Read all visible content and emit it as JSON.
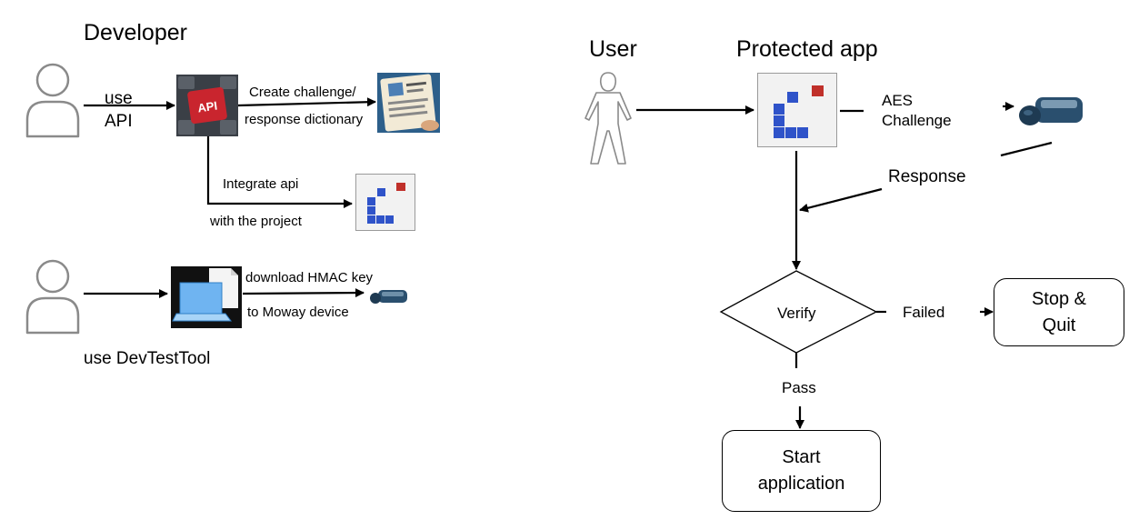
{
  "developer": {
    "title": "Developer",
    "use_api_label": "use\nAPI",
    "create_label_1": "Create challenge/",
    "create_label_2": "response dictionary",
    "integrate_label_1": "Integrate api",
    "integrate_label_2": "with the project",
    "download_label_1": "download HMAC key",
    "download_label_2": "to Moway device",
    "devtesttool_label": "use DevTestTool",
    "api_key_text": "API"
  },
  "runtime": {
    "user_title": "User",
    "app_title": "Protected app",
    "aes_label": "AES\nChallenge",
    "response_label": "Response",
    "verify_label": "Verify",
    "failed_label": "Failed",
    "pass_label": "Pass",
    "stop_label": "Stop &\nQuit",
    "start_label": "Start\napplication"
  },
  "colors": {
    "line": "#000000",
    "app_blue": "#2f53c9",
    "app_red": "#c0302a",
    "api_red": "#c9252e",
    "laptop_blue": "#5aa8ee",
    "usb_blue": "#2a4f6e"
  },
  "icons": [
    "person-outline-icon",
    "api-keyboard-icon",
    "document-tablet-icon",
    "protected-app-icon",
    "laptop-file-icon",
    "usb-dongle-icon",
    "stick-figure-icon"
  ]
}
